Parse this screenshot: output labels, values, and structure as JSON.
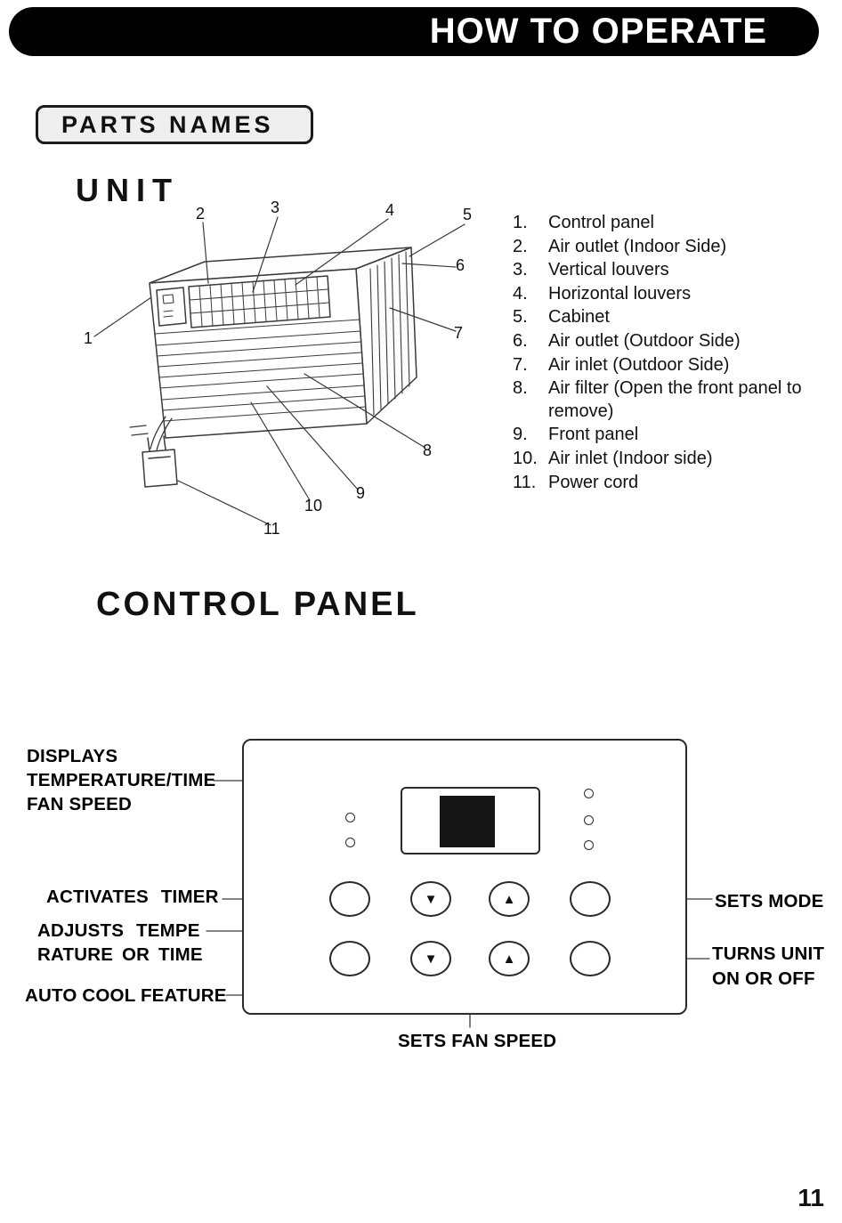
{
  "header": {
    "title": "HOW TO OPERATE"
  },
  "titles": {
    "parts_names": "PARTS NAMES",
    "unit": "UNIT",
    "control_panel": "CONTROL PANEL"
  },
  "unit": {
    "callouts": [
      "1",
      "2",
      "3",
      "4",
      "5",
      "6",
      "7",
      "8",
      "9",
      "10",
      "11"
    ]
  },
  "parts_list": [
    {
      "num": "1.",
      "label": "Control panel"
    },
    {
      "num": "2.",
      "label": "Air outlet (Indoor Side)"
    },
    {
      "num": "3.",
      "label": "Vertical louvers"
    },
    {
      "num": "4.",
      "label": "Horizontal louvers"
    },
    {
      "num": "5.",
      "label": "Cabinet"
    },
    {
      "num": "6.",
      "label": "Air outlet (Outdoor Side)"
    },
    {
      "num": "7.",
      "label": "Air inlet (Outdoor Side)"
    },
    {
      "num": "8.",
      "label": "Air filter (Open the front panel to remove)"
    },
    {
      "num": "9.",
      "label": "Front panel"
    },
    {
      "num": "10.",
      "label": "Air inlet (Indoor side)"
    },
    {
      "num": "11.",
      "label": "Power cord"
    }
  ],
  "control_panel": {
    "labels": {
      "displays": [
        "DISPLAYS",
        "TEMPERATURE/TIME",
        "FAN SPEED"
      ],
      "activates_timer": "ACTIVATES TIMER",
      "adjusts": [
        "ADJUSTS TEMPE",
        "RATURE OR TIME"
      ],
      "auto_cool": "AUTO COOL FEATURE",
      "sets_mode": "SETS MODE",
      "turns_unit": [
        "TURNS UNIT",
        "ON OR OFF"
      ],
      "sets_fan_speed": "SETS FAN SPEED"
    },
    "buttons": {
      "down_glyph": "▼",
      "up_glyph": "▲"
    }
  },
  "footer": {
    "page_number": "11"
  }
}
